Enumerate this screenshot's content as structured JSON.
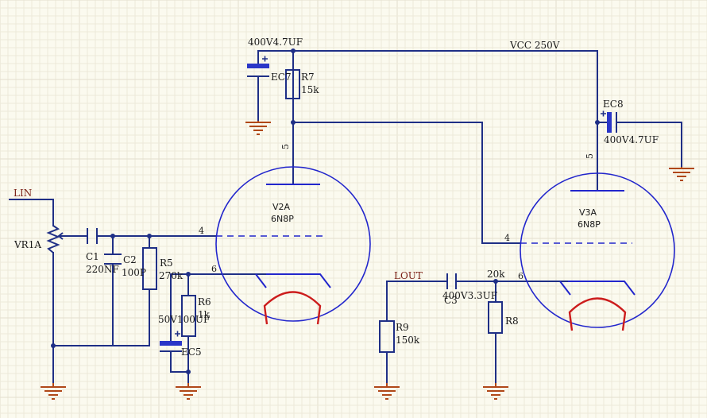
{
  "nets": {
    "lin": "LIN",
    "lout": "LOUT",
    "vcc": "VCC 250V"
  },
  "components": {
    "vr1a": {
      "ref": "VR1A"
    },
    "c1": {
      "ref": "C1",
      "value": "220NF"
    },
    "c2": {
      "ref": "C2",
      "value": "100P"
    },
    "r5": {
      "ref": "R5",
      "value": "270k"
    },
    "r6": {
      "ref": "R6",
      "value": "1k"
    },
    "ec5": {
      "ref": "EC5",
      "value": "50V100UF"
    },
    "ec7": {
      "ref": "EC7",
      "value": "400V4.7UF"
    },
    "r7": {
      "ref": "R7",
      "value": "15k"
    },
    "ec8": {
      "ref": "EC8",
      "value": "400V4.7UF"
    },
    "c3": {
      "ref": "C3",
      "value": "400V3.3UF"
    },
    "r8": {
      "ref": "R8",
      "value": "20k"
    },
    "r9": {
      "ref": "R9",
      "value": "150k"
    },
    "v2a": {
      "ref": "V2A",
      "type": "6N8P",
      "pin_plate": "5",
      "pin_grid": "4",
      "pin_cathode": "6"
    },
    "v3a": {
      "ref": "V3A",
      "type": "6N8P",
      "pin_plate": "5",
      "pin_grid": "4",
      "pin_cathode": "6"
    }
  },
  "colors": {
    "background": "#fbfaef",
    "wire": "#1f2f86",
    "tube": "#2226cc",
    "heater": "#cc1c1c",
    "ground": "#b04818",
    "net_label": "#7a1f14"
  }
}
